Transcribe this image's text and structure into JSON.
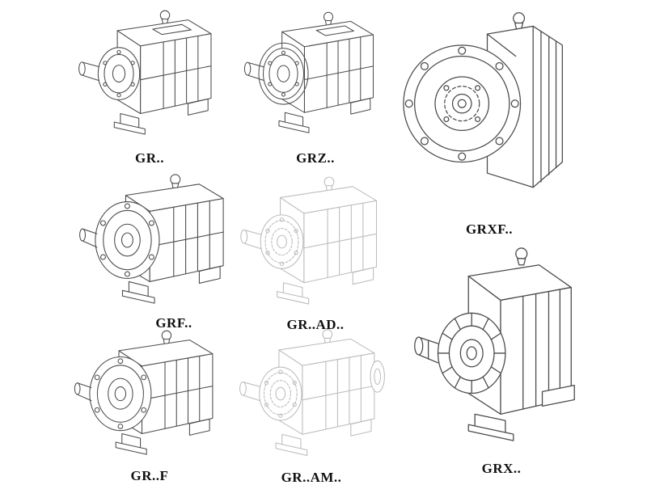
{
  "page": {
    "background": "#ffffff"
  },
  "style": {
    "line_color": "#4b4b4b",
    "light_line_color": "#bdbdbd",
    "label_color": "#101010"
  },
  "items": [
    {
      "id": "gr",
      "label": "GR.."
    },
    {
      "id": "grz",
      "label": "GRZ.."
    },
    {
      "id": "grxf",
      "label": "GRXF.."
    },
    {
      "id": "grf",
      "label": "GRF.."
    },
    {
      "id": "grad",
      "label": "GR..AD.."
    },
    {
      "id": "grf2",
      "label": "GR..F"
    },
    {
      "id": "gram",
      "label": "GR..AM.."
    },
    {
      "id": "grx",
      "label": "GRX.."
    }
  ]
}
